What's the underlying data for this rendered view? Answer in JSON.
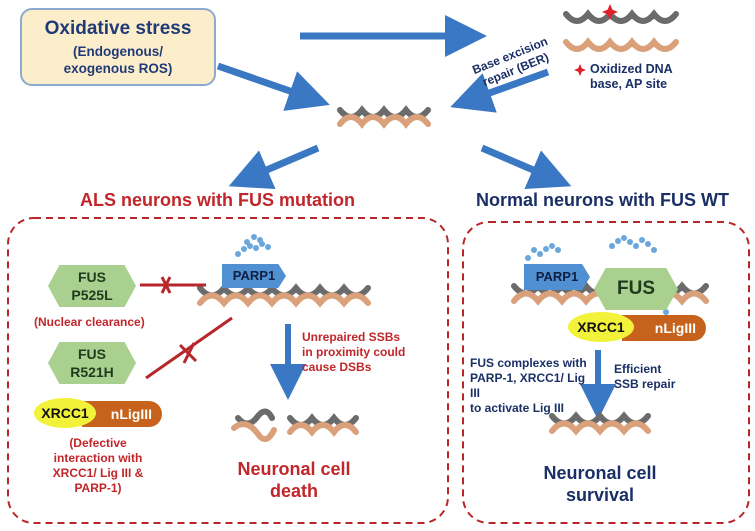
{
  "stress": {
    "title": "Oxidative stress",
    "subtitle_line1": "(Endogenous/",
    "subtitle_line2": "exogenous ROS)"
  },
  "ber": {
    "line1": "Base excision",
    "line2": "repair (BER)"
  },
  "oxidized": {
    "line1": "Oxidized DNA",
    "line2": "base, AP site"
  },
  "left_panel": {
    "heading": "ALS neurons with FUS mutation",
    "fus_p525l_line1": "FUS",
    "fus_p525l_line2": "P525L",
    "nuclear_clearance": "(Nuclear clearance)",
    "fus_r521h_line1": "FUS",
    "fus_r521h_line2": "R521H",
    "xrcc1": "XRCC1",
    "nligiii": "nLigIII",
    "parp1": "PARP1",
    "defective_line1": "(Defective",
    "defective_line2": "interaction with",
    "defective_line3": "XRCC1/ Lig III &",
    "defective_line4": "PARP-1)",
    "unrepaired_line1": "Unrepaired SSBs",
    "unrepaired_line2": "in proximity could",
    "unrepaired_line3": "cause DSBs",
    "outcome_line1": "Neuronal cell",
    "outcome_line2": "death"
  },
  "right_panel": {
    "heading": "Normal neurons with FUS WT",
    "parp1": "PARP1",
    "fus": "FUS",
    "xrcc1": "XRCC1",
    "nligiii": "nLigIII",
    "complex_line1": "FUS complexes with",
    "complex_line2": "PARP-1, XRCC1/ Lig III",
    "complex_line3": "to activate Lig III",
    "efficient_line1": "Efficient",
    "efficient_line2": "SSB repair",
    "outcome_line1": "Neuronal cell",
    "outcome_line2": "survival"
  },
  "colors": {
    "arrow_blue": "#3a78c4",
    "dashed_red": "#b8262a",
    "fus_green": "#a9d08e",
    "parp_blue": "#4f8fd2",
    "xrcc_yellow": "#f2f23a",
    "lig_orange": "#c7621d",
    "dna_gray": "#6b6b6b",
    "dna_tan": "#d9a07a"
  },
  "icons": [
    "dna-helix-icon",
    "oxidized-star-icon",
    "block-cross-icon",
    "poly-adp-ribose-chain-icon"
  ]
}
